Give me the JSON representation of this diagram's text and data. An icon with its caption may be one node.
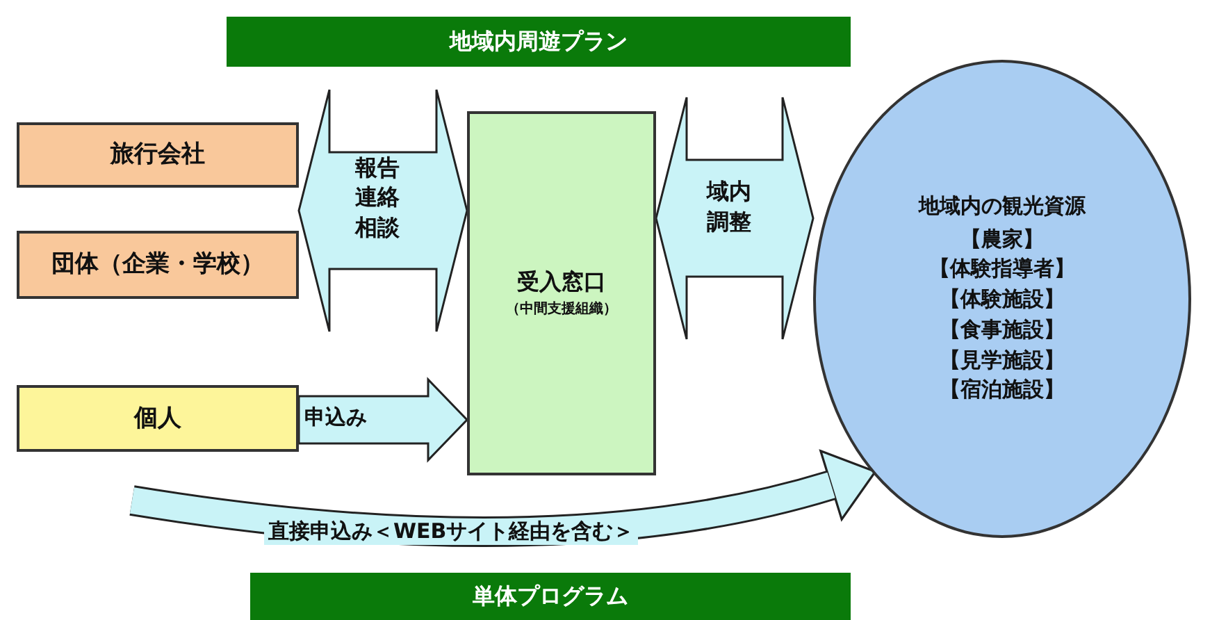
{
  "diagram": {
    "nodes": [
      {
        "text": [
          "地域内周遊プラン"
        ]
      },
      {
        "text": [
          "旅行会社"
        ]
      },
      {
        "text": [
          "団体（企業・学校）"
        ]
      },
      {
        "text": [
          "個人"
        ]
      },
      {
        "text": [
          "受入窓口",
          "（中間支援組織）"
        ]
      },
      {
        "text": [
          "地域内の観光資源",
          "【農家】",
          "【体験指導者】",
          "【体験施設】",
          "【食事施設】",
          "【見学施設】",
          "【宿泊施設】"
        ]
      },
      {
        "text": [
          "単体プログラム"
        ]
      }
    ],
    "edges": [
      {
        "from": 1,
        "to": 4,
        "arrow": "both",
        "label": "報告連絡相談"
      },
      {
        "from": 2,
        "to": 4,
        "arrow": "both"
      },
      {
        "from": 3,
        "to": 4,
        "arrow": "to",
        "label": "申込み"
      },
      {
        "from": 4,
        "to": 5,
        "arrow": "both",
        "label": "域内調整"
      },
      {
        "from": null,
        "to": 5,
        "arrow": "to",
        "label": "直接申込み＜WEBサイト経由を含む＞"
      }
    ]
  }
}
